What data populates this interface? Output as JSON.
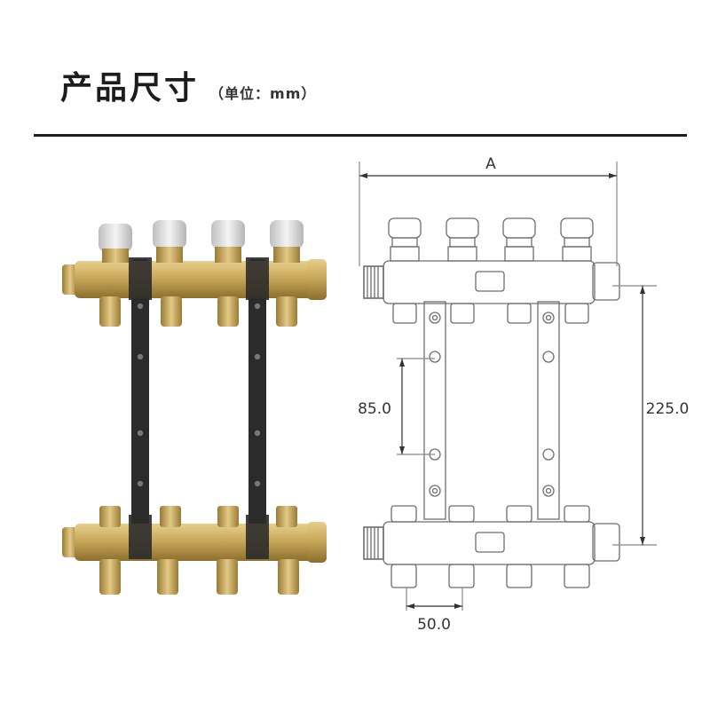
{
  "header": {
    "title": "产品尺寸",
    "unit_note": "（单位：mm）"
  },
  "dimensions": {
    "width_label": "A",
    "hole_spacing": "85.0",
    "height": "225.0",
    "outlet_pitch": "50.0"
  },
  "colors": {
    "brass": "#c9a85a",
    "brass_dark": "#8c6f2e",
    "strap": "#2b2b2b",
    "cap": "#d9d9d9",
    "line": "#6e6e6e"
  }
}
